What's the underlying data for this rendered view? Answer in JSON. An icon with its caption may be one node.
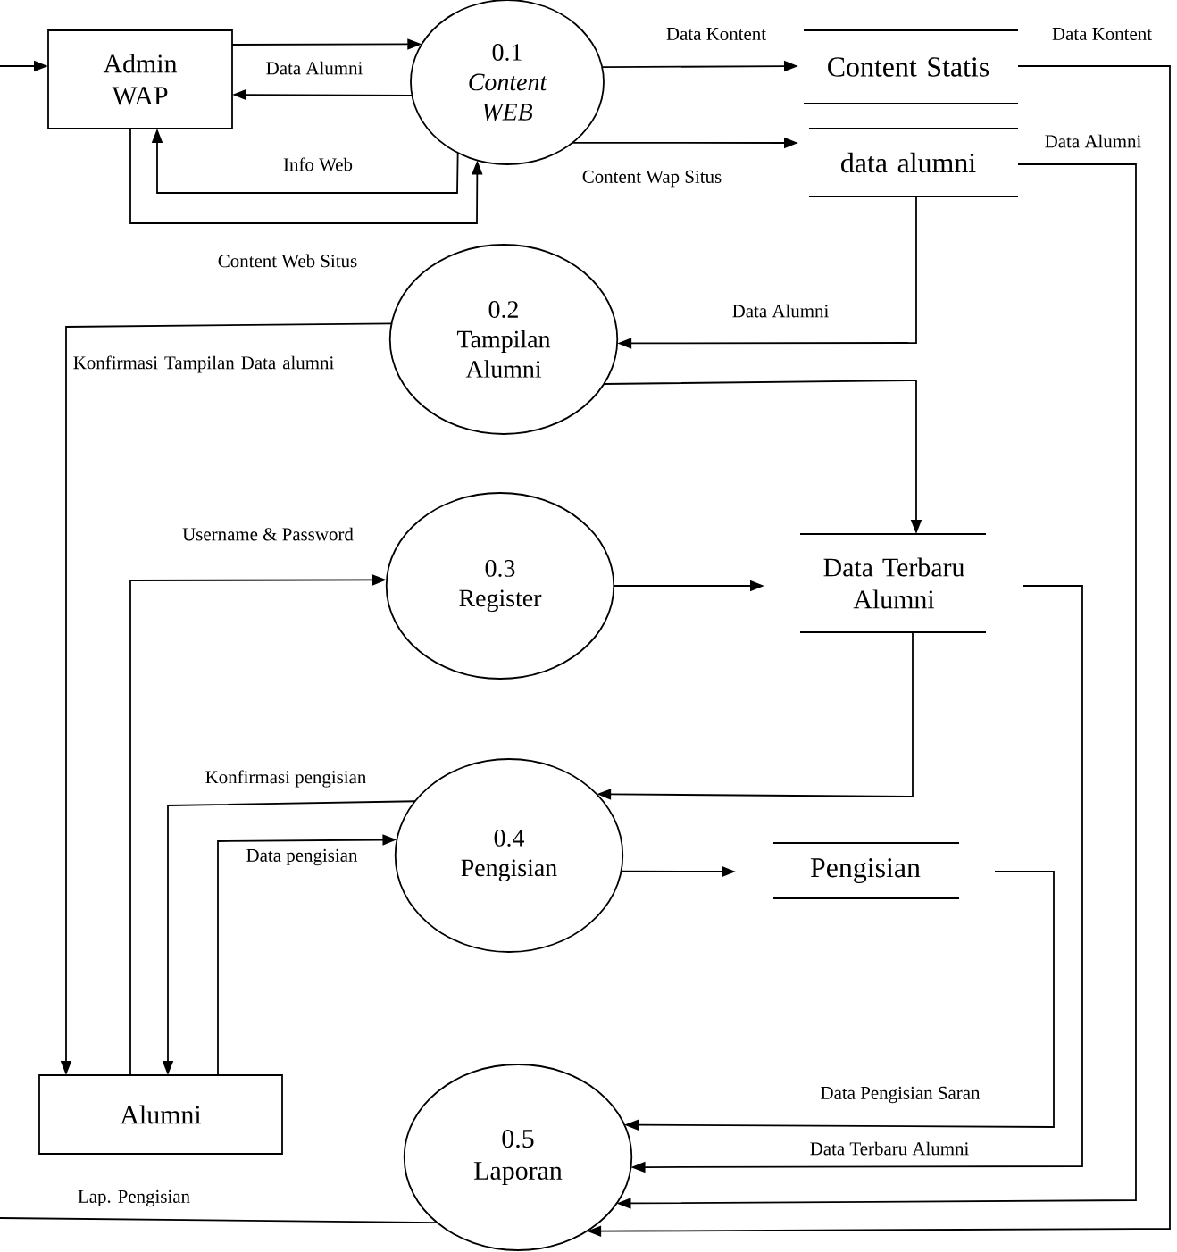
{
  "diagram": {
    "nodes": [
      {
        "text": [
          "Admin WAP"
        ]
      },
      {
        "text": [
          "0.1",
          "Content WEB"
        ]
      },
      {
        "text": [
          "Content Statis"
        ]
      },
      {
        "text": [
          "data alumni"
        ]
      },
      {
        "text": [
          "0.2",
          "Tampilan Alumni"
        ]
      },
      {
        "text": [
          "0.3",
          "Register"
        ]
      },
      {
        "text": [
          "Data Terbaru Alumni"
        ]
      },
      {
        "text": [
          "0.4",
          "Pengisian"
        ]
      },
      {
        "text": [
          "Pengisian"
        ]
      },
      {
        "text": [
          "Alumni"
        ]
      },
      {
        "text": [
          "0.5",
          "Laporan"
        ]
      }
    ],
    "edges": [
      {
        "from": null,
        "to": 0,
        "arrow": "to"
      },
      {
        "from": 0,
        "to": 1,
        "arrow": "to",
        "label": "Data Alumni"
      },
      {
        "from": 1,
        "to": 0,
        "arrow": "to"
      },
      {
        "from": 1,
        "to": 0,
        "arrow": "to",
        "label": "Info Web"
      },
      {
        "from": 0,
        "to": 1,
        "arrow": "to",
        "label": "Content Web Situs"
      },
      {
        "from": 1,
        "to": 2,
        "arrow": "to",
        "label": "Data Kontent"
      },
      {
        "from": 1,
        "to": 3,
        "arrow": "to",
        "label": "Content Wap Situs"
      },
      {
        "from": 2,
        "to": 10,
        "arrow": "to",
        "label": "Data Kontent"
      },
      {
        "from": 3,
        "to": 10,
        "arrow": "to",
        "label": "Data Alumni"
      },
      {
        "from": 3,
        "to": 4,
        "arrow": "to",
        "label": "Data Alumni"
      },
      {
        "from": 4,
        "to": 6,
        "arrow": "to"
      },
      {
        "from": 4,
        "to": 9,
        "arrow": "to",
        "label": "Konfirmasi Tampilan Data alumni"
      },
      {
        "from": 9,
        "to": 5,
        "arrow": "to",
        "label": "Username & Password"
      },
      {
        "from": 5,
        "to": 6,
        "arrow": "to"
      },
      {
        "from": 6,
        "to": 7,
        "arrow": "to"
      },
      {
        "from": 7,
        "to": 9,
        "arrow": "to",
        "label": "Konfirmasi pengisian"
      },
      {
        "from": 9,
        "to": 7,
        "arrow": "to",
        "label": "Data pengisian"
      },
      {
        "from": 7,
        "to": 8,
        "arrow": "to"
      },
      {
        "from": 8,
        "to": 10,
        "arrow": "to",
        "label": "Data Pengisian Saran"
      },
      {
        "from": 6,
        "to": 10,
        "arrow": "to",
        "label": "Data Terbaru Alumni"
      },
      {
        "from": 10,
        "to": null,
        "arrow": "none",
        "label": "Lap. Pengisian"
      }
    ]
  }
}
